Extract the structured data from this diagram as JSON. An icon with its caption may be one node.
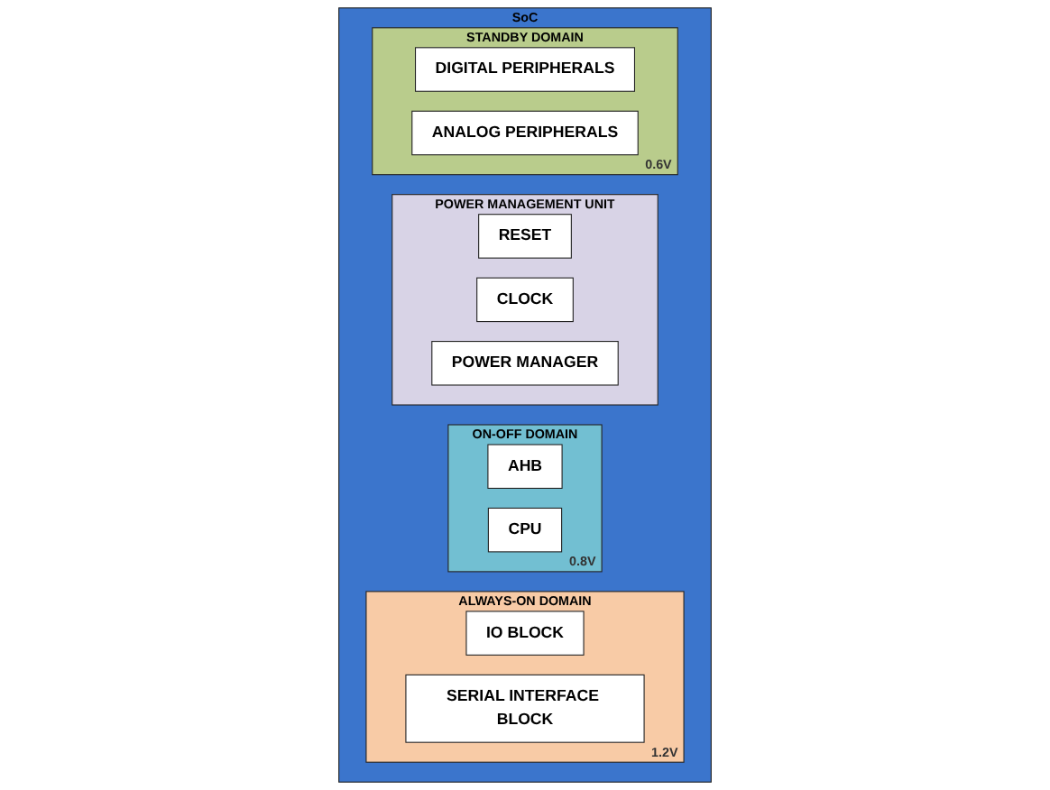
{
  "diagram": {
    "nodes": [
      {
        "text": [
          "SoC"
        ]
      },
      {
        "text": [
          "ALWAYS-ON DOMAIN"
        ],
        "beside": [
          "1.2V"
        ],
        "in": 0
      },
      {
        "text": [
          "IO BLOCK"
        ],
        "in": 1
      },
      {
        "text": [
          "SERIAL INTERFACE BLOCK"
        ],
        "in": 1
      },
      {
        "text": [
          "ON-OFF DOMAIN"
        ],
        "beside": [
          "0.8V"
        ],
        "in": 0
      },
      {
        "text": [
          "AHB"
        ],
        "in": 4
      },
      {
        "text": [
          "CPU"
        ],
        "in": 4
      },
      {
        "text": [
          "POWER MANAGEMENT UNIT"
        ],
        "in": 0
      },
      {
        "text": [
          "RESET"
        ],
        "in": 7
      },
      {
        "text": [
          "CLOCK"
        ],
        "in": 7
      },
      {
        "text": [
          "POWER MANAGER"
        ],
        "in": 7
      },
      {
        "text": [
          "STANDBY DOMAIN"
        ],
        "beside": [
          "0.6V"
        ],
        "in": 0
      },
      {
        "text": [
          "DIGITAL PERIPHERALS"
        ],
        "in": 11
      },
      {
        "text": [
          "ANALOG PERIPHERALS"
        ],
        "in": 11
      }
    ]
  }
}
